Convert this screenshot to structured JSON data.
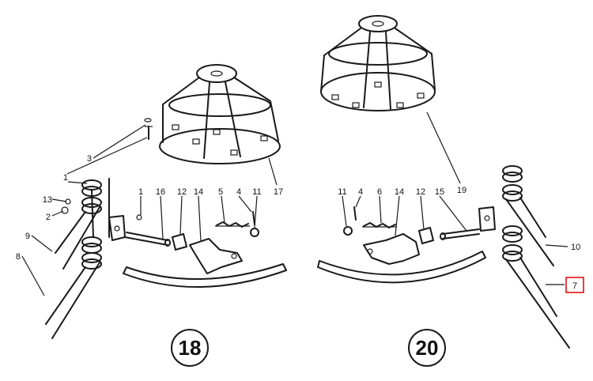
{
  "callouts": {
    "c1a": "1",
    "c1b": "1",
    "c2": "2",
    "c3": "3",
    "c4a": "4",
    "c5": "5",
    "c8": "8",
    "c9": "9",
    "c11a": "11",
    "c12a": "12",
    "c13": "13",
    "c14a": "14",
    "c16": "16",
    "c17": "17",
    "c4b": "4",
    "c6": "6",
    "c7": "7",
    "c10": "10",
    "c11b": "11",
    "c12b": "12",
    "c14b": "14",
    "c15": "15",
    "c19": "19"
  },
  "assemblies": {
    "left": "18",
    "right": "20"
  },
  "highlight": {
    "color": "#e00000"
  }
}
